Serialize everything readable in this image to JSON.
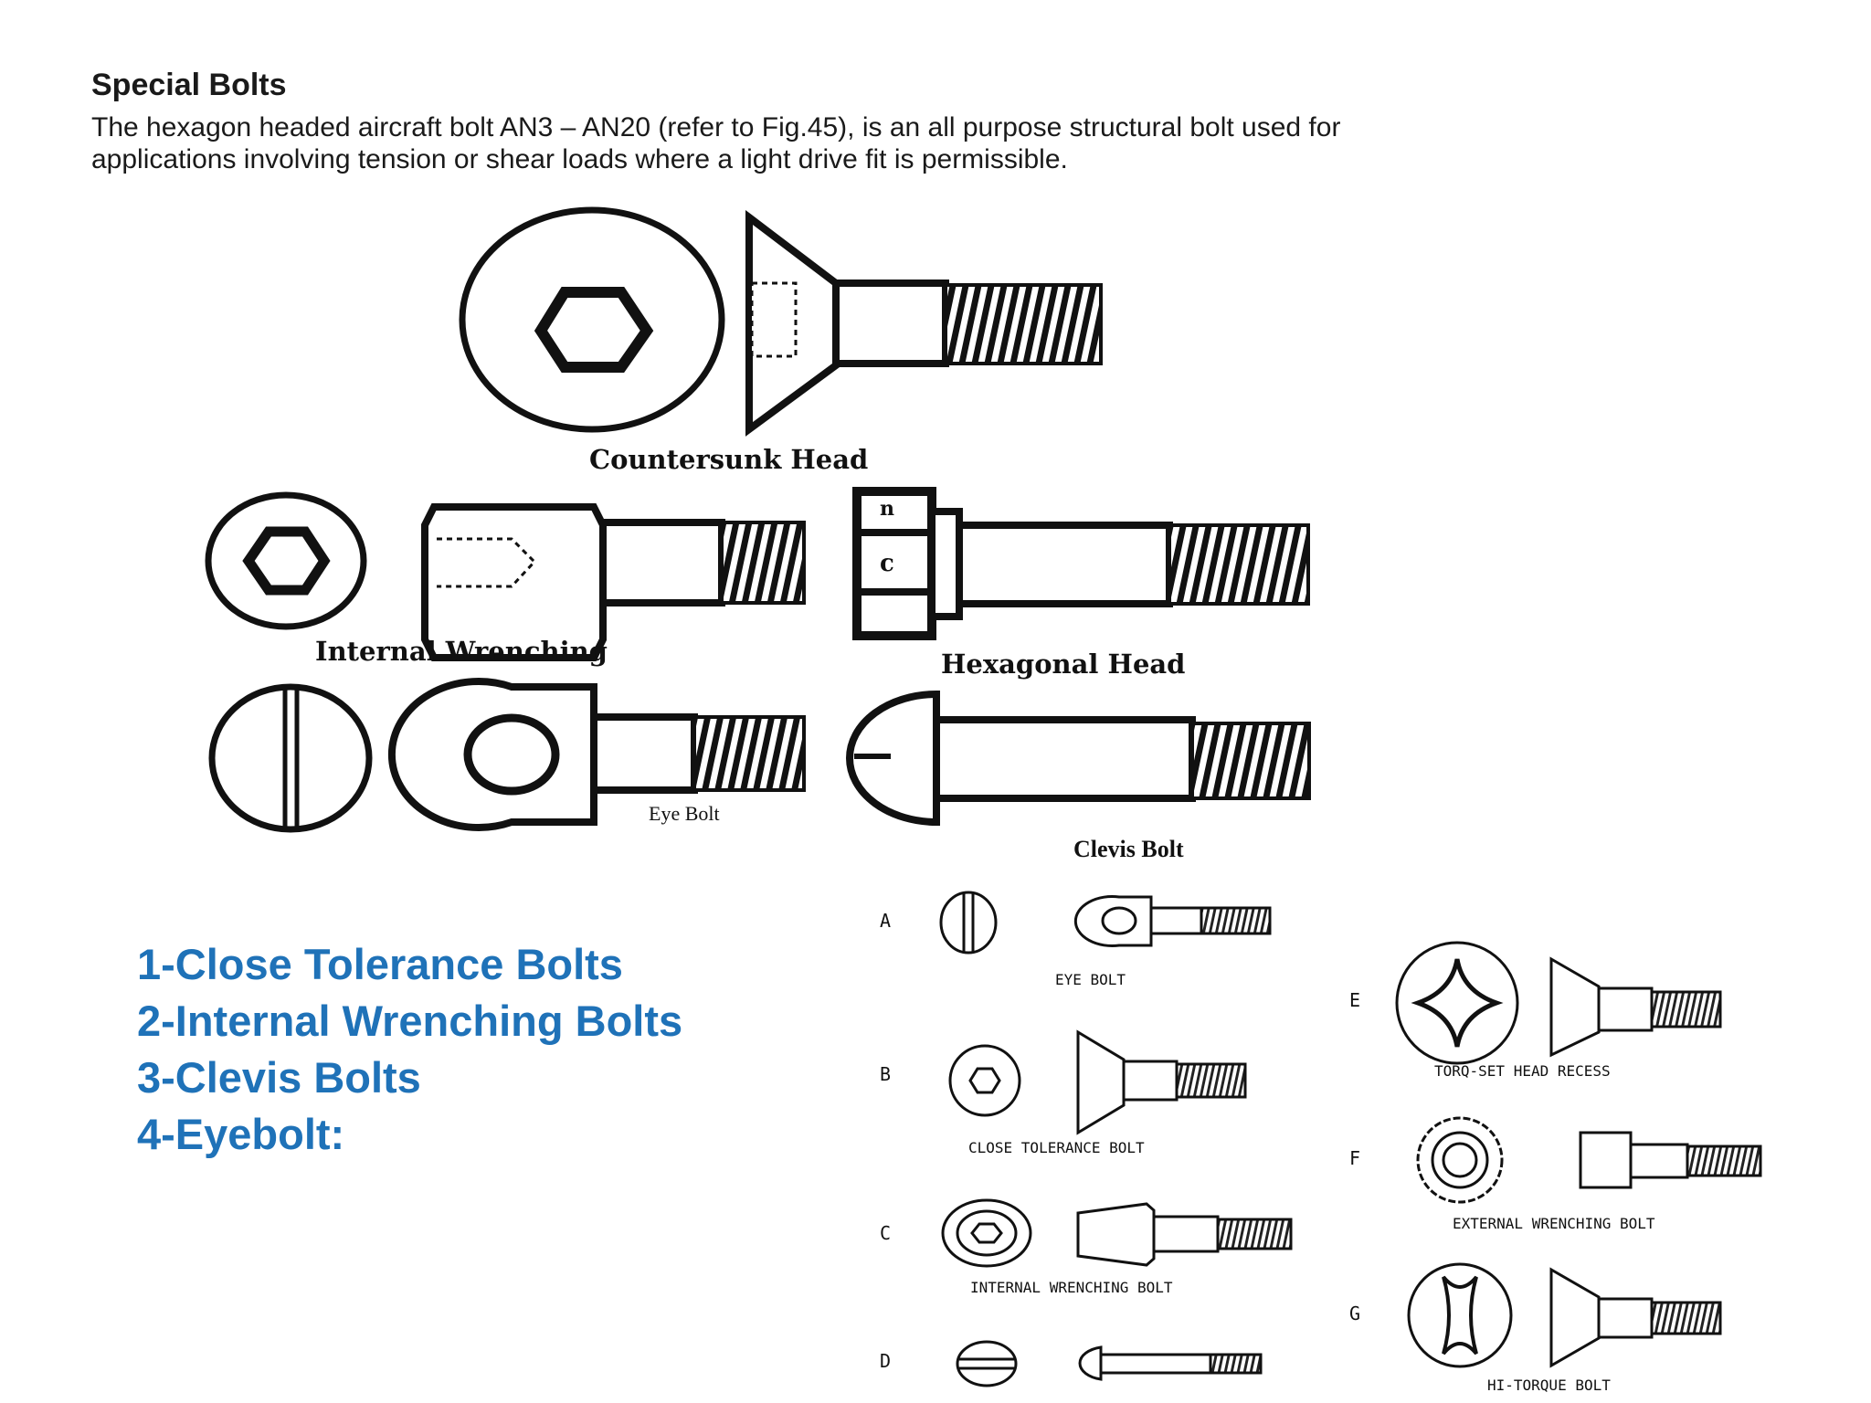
{
  "heading": "Special Bolts",
  "intro": "The hexagon headed aircraft bolt AN3 – AN20 (refer to Fig.45), is an all purpose structural bolt used for applications involving tension or shear loads where a light drive fit is permissible.",
  "figure_top": {
    "countersunk": "Countersunk Head",
    "internal": "Internal Wrenching",
    "hexagonal": "Hexagonal Head",
    "eye": "Eye Bolt",
    "clevis": "Clevis Bolt",
    "hex_mark_1": "n",
    "hex_mark_2": "c"
  },
  "figure_bottom": {
    "letters": [
      "A",
      "B",
      "C",
      "D",
      "E",
      "F",
      "G"
    ],
    "captions": {
      "eye": "EYE BOLT",
      "close": "CLOSE TOLERANCE BOLT",
      "internal": "INTERNAL WRENCHING BOLT",
      "torq": "TORQ-SET HEAD RECESS",
      "external": "EXTERNAL WRENCHING BOLT",
      "hitorque": "HI-TORQUE BOLT"
    }
  },
  "list": [
    "1-Close Tolerance Bolts",
    "2-Internal Wrenching Bolts",
    "3-Clevis Bolts",
    "4-Eyebolt:"
  ]
}
